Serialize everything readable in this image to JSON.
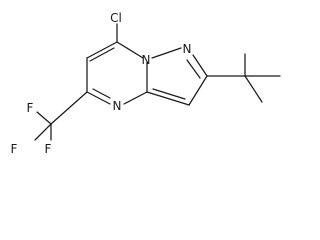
{
  "molecule": {
    "atoms": {
      "cl": "Cl",
      "n1": "N",
      "n2": "N",
      "n4": "N",
      "f1": "F",
      "f2": "F",
      "f3": "F"
    }
  }
}
